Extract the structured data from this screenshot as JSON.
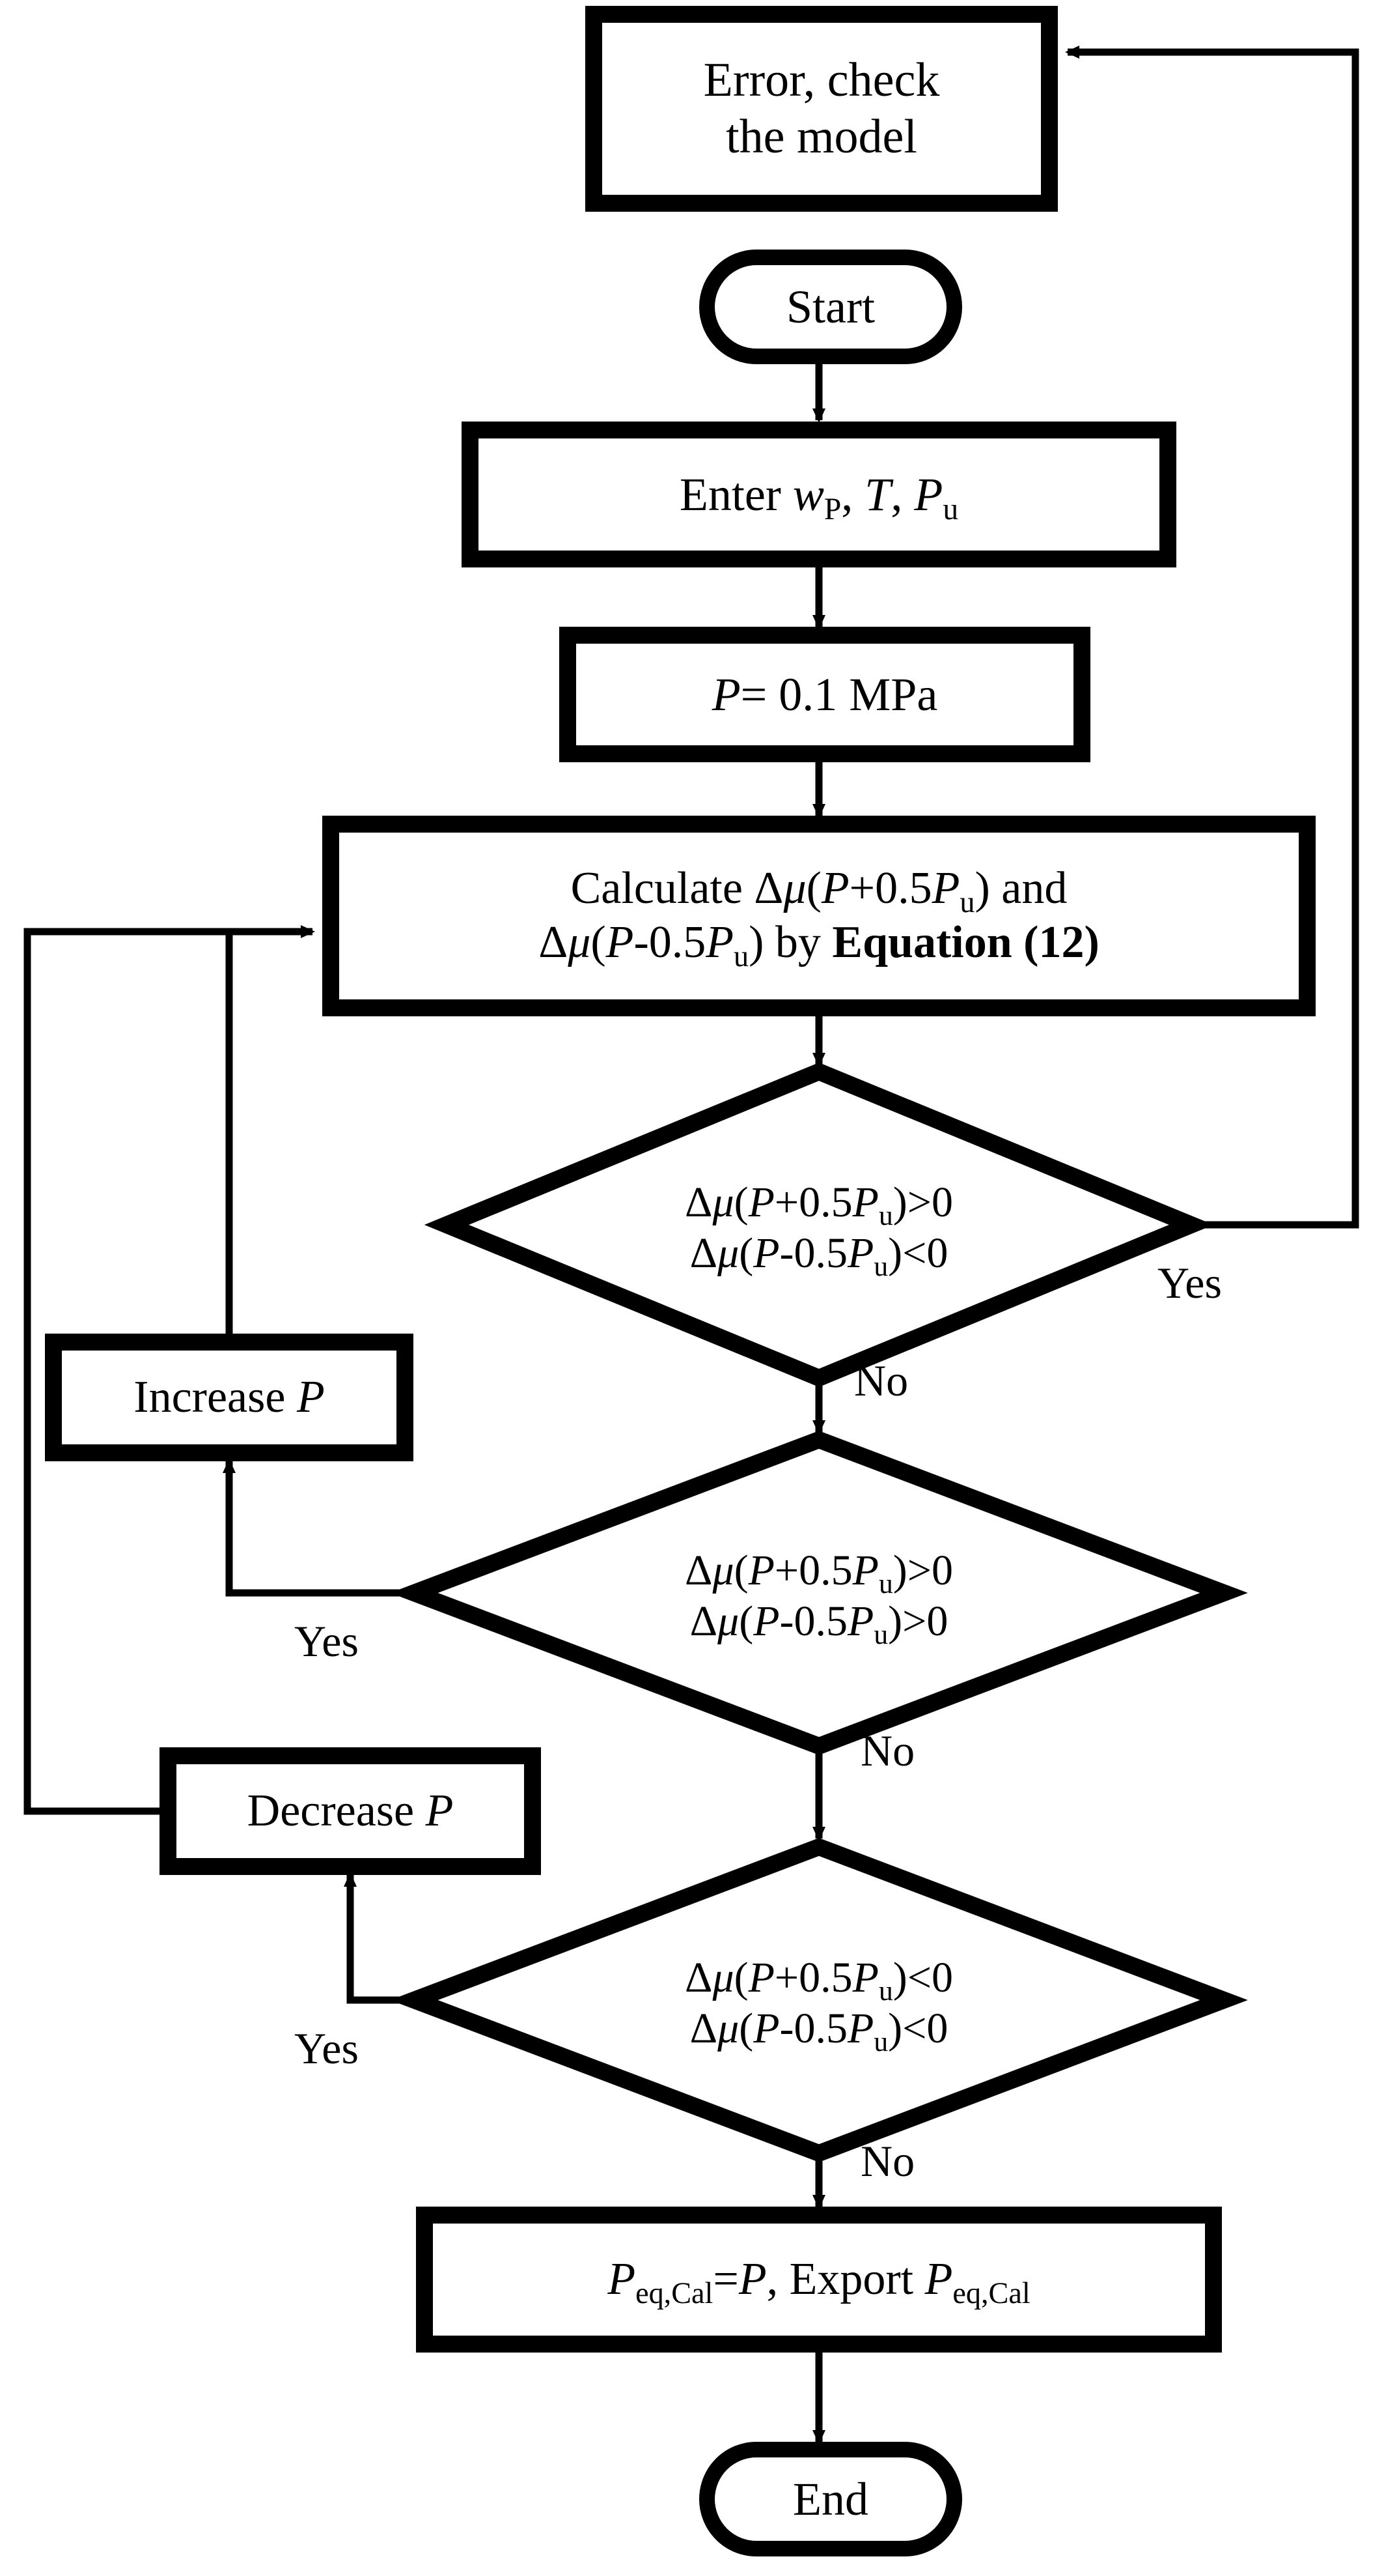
{
  "diagram": {
    "title": "Equilibrium pressure calculation flowchart",
    "type": "flowchart",
    "stroke_color": "#000000",
    "fill_color": "#ffffff",
    "text_color": "#000000"
  },
  "nodes": {
    "error": {
      "shape": "process",
      "line1": "Error, check",
      "line2": "the model"
    },
    "start": {
      "shape": "terminator",
      "label": "Start"
    },
    "enter": {
      "shape": "process",
      "prefix": "Enter ",
      "var1": "w",
      "var1_sub": "P",
      "sep1": ", ",
      "var2": "T",
      "sep2": ", ",
      "var3": "P",
      "var3_sub": "u"
    },
    "init_pressure": {
      "shape": "process",
      "var": "P",
      "rest": "= 0.1 MPa"
    },
    "calculate": {
      "shape": "process",
      "l1_a": "Calculate Δ",
      "l1_mu": "μ",
      "l1_b": "(",
      "l1_P": "P",
      "l1_c": "+0.5",
      "l1_Pu": "P",
      "l1_Pu_sub": "u",
      "l1_d": ") and",
      "l2_a": "Δ",
      "l2_mu": "μ",
      "l2_b": "(",
      "l2_P": "P",
      "l2_c": "-0.5",
      "l2_Pu": "P",
      "l2_Pu_sub": "u",
      "l2_d": ") by ",
      "l2_bold": "Equation (12)"
    },
    "decision1": {
      "shape": "decision",
      "l1_a": "Δ",
      "l1_mu": "μ",
      "l1_b": "(",
      "l1_P": "P",
      "l1_c": "+0.5",
      "l1_Pu": "P",
      "l1_Pu_sub": "u",
      "l1_d": ")>0",
      "l2_a": "Δ",
      "l2_mu": "μ",
      "l2_b": "(",
      "l2_P": "P",
      "l2_c": "-0.5",
      "l2_Pu": "P",
      "l2_Pu_sub": "u",
      "l2_d": ")<0"
    },
    "decision2": {
      "shape": "decision",
      "l1_a": "Δ",
      "l1_mu": "μ",
      "l1_b": "(",
      "l1_P": "P",
      "l1_c": "+0.5",
      "l1_Pu": "P",
      "l1_Pu_sub": "u",
      "l1_d": ")>0",
      "l2_a": "Δ",
      "l2_mu": "μ",
      "l2_b": "(",
      "l2_P": "P",
      "l2_c": "-0.5",
      "l2_Pu": "P",
      "l2_Pu_sub": "u",
      "l2_d": ")>0"
    },
    "decision3": {
      "shape": "decision",
      "l1_a": "Δ",
      "l1_mu": "μ",
      "l1_b": "(",
      "l1_P": "P",
      "l1_c": "+0.5",
      "l1_Pu": "P",
      "l1_Pu_sub": "u",
      "l1_d": ")<0",
      "l2_a": "Δ",
      "l2_mu": "μ",
      "l2_b": "(",
      "l2_P": "P",
      "l2_c": "-0.5",
      "l2_Pu": "P",
      "l2_Pu_sub": "u",
      "l2_d": ")<0"
    },
    "increase": {
      "shape": "process",
      "prefix": "Increase ",
      "var": "P"
    },
    "decrease": {
      "shape": "process",
      "prefix": "Decrease ",
      "var": "P"
    },
    "export": {
      "shape": "process",
      "v1": "P",
      "v1_sub": "eq,Cal",
      "mid": "=",
      "v2": "P",
      "sep": ", Export ",
      "v3": "P",
      "v3_sub": "eq,Cal"
    },
    "end": {
      "shape": "terminator",
      "label": "End"
    }
  },
  "edge_labels": {
    "d1_yes": "Yes",
    "d1_no": "No",
    "d2_yes": "Yes",
    "d2_no": "No",
    "d3_yes": "Yes",
    "d3_no": "No"
  }
}
